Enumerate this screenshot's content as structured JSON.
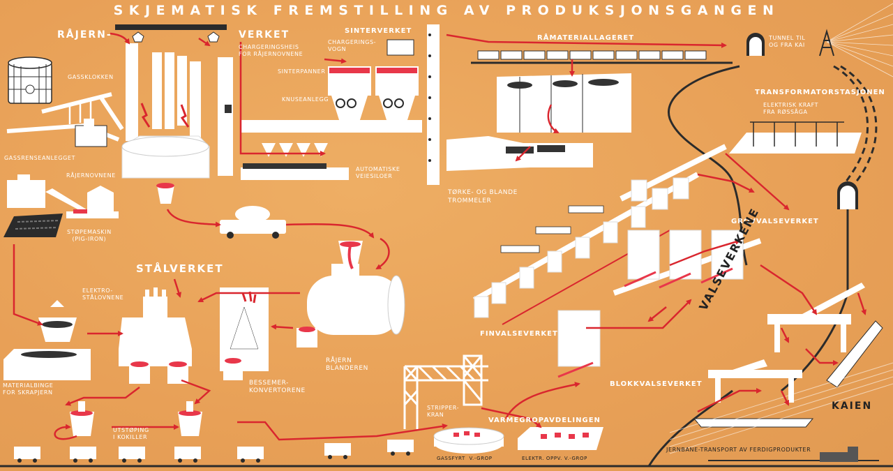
{
  "title": "SKJEMATISK FREMSTILLING AV PRODUKSJONSGANGEN",
  "labels": {
    "rajernverket_a": "RÅJERN-",
    "rajernverket_b": "VERKET",
    "chargeringsheis": "CHARGERINGSHEIS\nFOR RÅJERNOVNENE",
    "gassklokken": "GASSKLOKKEN",
    "gassrenseanlegget": "GASSRENSEANLEGGET",
    "rajernovnene": "RÅJERNOVNENE",
    "stopemaskin": "STØPEMASKIN\n(PIG-IRON)",
    "sinterverket": "SINTERVERKET",
    "chargeringsvogn": "CHARGERINGS-\nVOGN",
    "sinterpanner": "SINTERPANNER",
    "knuseanlegg": "KNUSEANLEGG",
    "automatiske_veiesiloer": "AUTOMATISKE\nVEIESILOER",
    "ramateriallageret": "RÅMATERIALLAGERET",
    "torke_blande": "TØRKE- OG BLANDE\nTROMMELER",
    "tunnel": "TUNNEL TIL\nOG FRA KAI",
    "transformatorstasjonen": "TRANSFORMATORSTASJONEN",
    "elektrisk_kraft": "ELEKTRISK KRAFT\nFRA RØSSÅGA",
    "grovvalseverket": "GROVVALSEVERKET",
    "finvalseverket": "FINVALSEVERKET",
    "valseverkene": "VALSEVERKENE",
    "blokkvalseverket": "BLOKKVALSEVERKET",
    "kaien": "KAIEN",
    "jernbane": "JERNBANE-TRANSPORT AV FERDIGPRODUKTER",
    "stalverket": "STÅLVERKET",
    "elektrostalovnene": "ELEKTRO-\nSTÅLOVNENE",
    "materialbinge": "MATERIALBINGE\nFOR SKRAPJERN",
    "bessemer": "BESSEMER-\nKONVERTORENE",
    "rajern_blanderen": "RÅJERN\nBLANDEREN",
    "utstoping": "UTSTØPING\nI KOKILLER",
    "stripperkran": "STRIPPER-\nKRAN",
    "varmegropavdelingen": "VARMEGROPAVDELINGEN",
    "gassfyrt": "GASSFYRT  V.-GROP",
    "elektr_oppv": "ELEKTR. OPPV. V.-GROP"
  },
  "colors": {
    "background": "#e9a55a",
    "machinery": "#ffffff",
    "flow_arrows": "#d9262e",
    "molten_metal": "#e8374a",
    "rail_track": "#2b2b2b",
    "coal": "#333333"
  }
}
